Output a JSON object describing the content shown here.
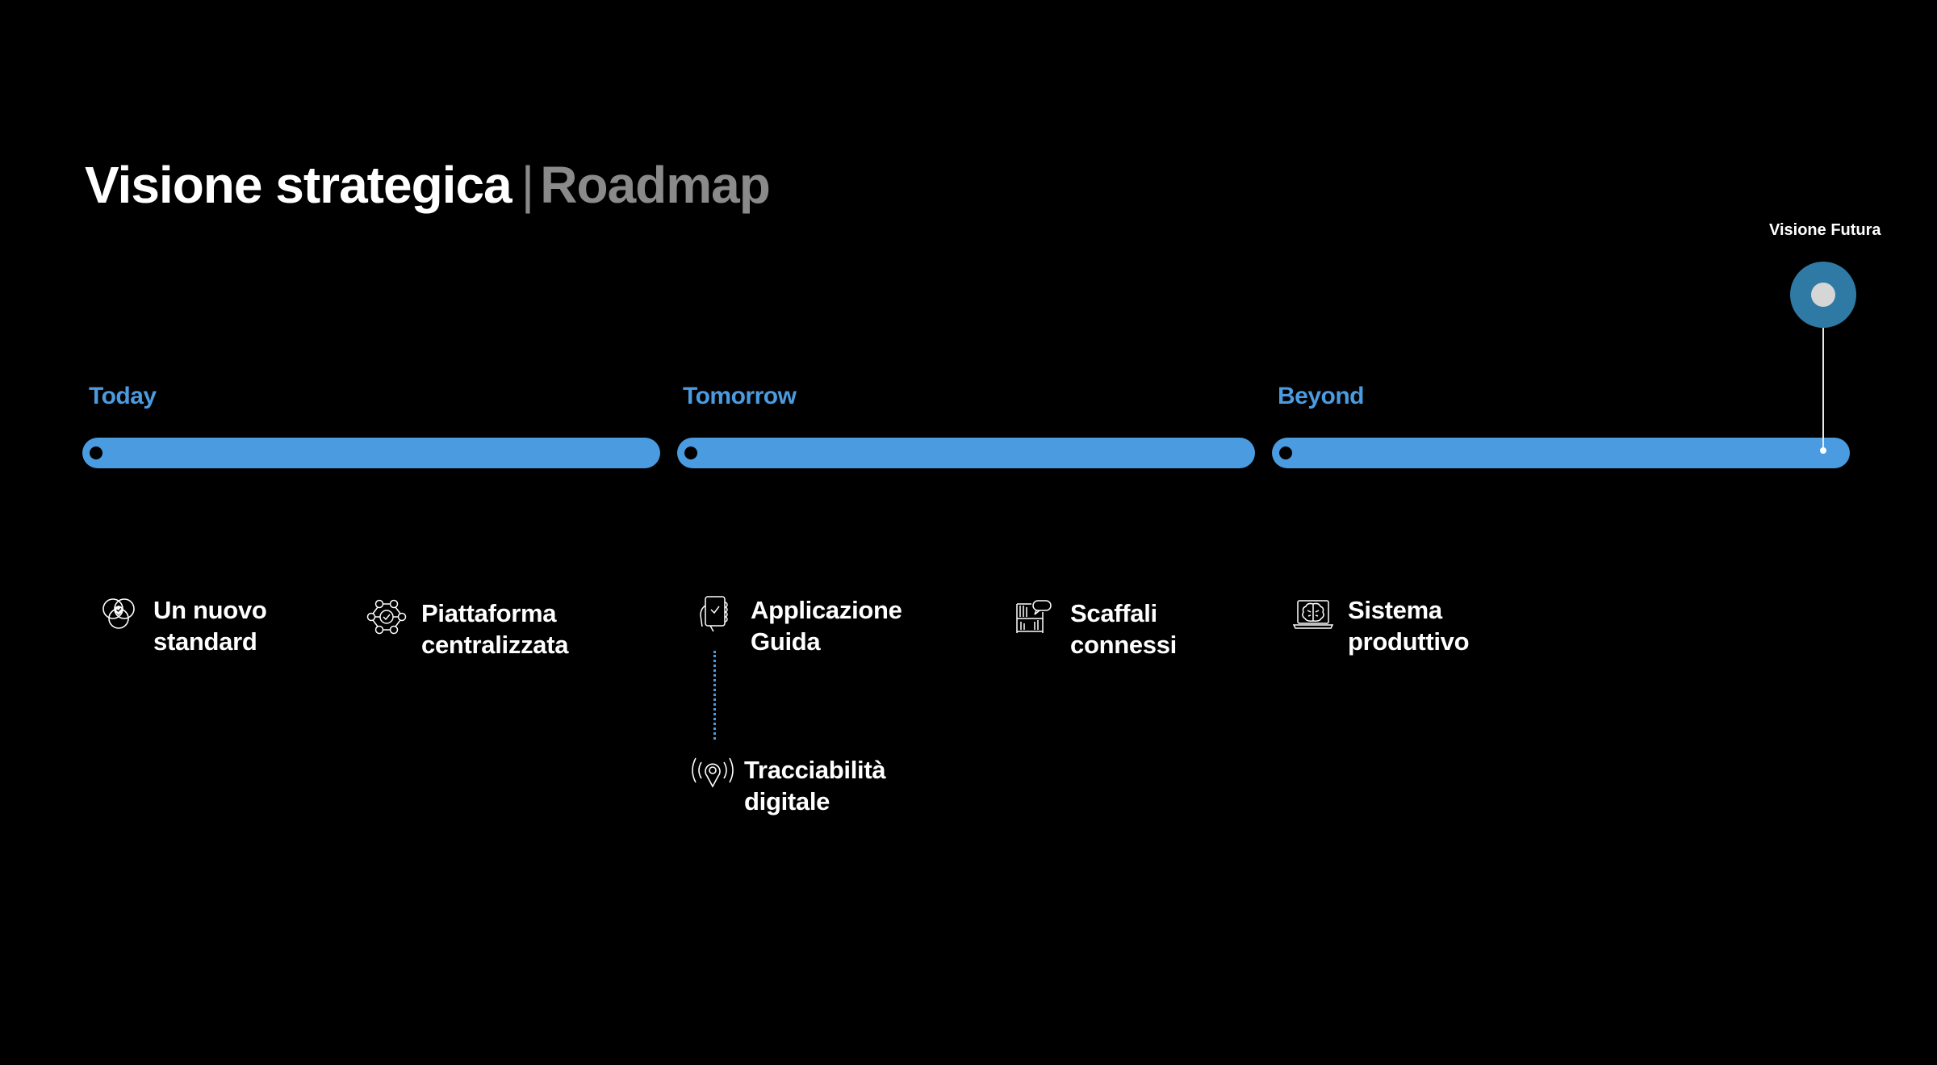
{
  "title": {
    "main": "Visione strategica",
    "separator": "|",
    "sub": "Roadmap"
  },
  "colors": {
    "accent": "#4a9be0",
    "vision_ring": "#2f7aa5",
    "vision_core": "#d6d6d6",
    "muted": "#8a8a8a",
    "background": "#000000"
  },
  "phases": [
    {
      "label": "Today"
    },
    {
      "label": "Tomorrow"
    },
    {
      "label": "Beyond"
    }
  ],
  "vision": {
    "label": "Visione Futura"
  },
  "items": [
    {
      "text": "Un nuovo\nstandard",
      "icon": "venn-shield-icon"
    },
    {
      "text": "Piattaforma\ncentralizzata",
      "icon": "network-hub-icon"
    },
    {
      "text": "Applicazione\nGuida",
      "icon": "hand-phone-icon"
    },
    {
      "text": "Tracciabilità\ndigitale",
      "icon": "location-signal-icon"
    },
    {
      "text": "Scaffali\nconnessi",
      "icon": "connected-shelf-icon"
    },
    {
      "text": "Sistema\nproduttivo",
      "icon": "brain-laptop-icon"
    }
  ]
}
